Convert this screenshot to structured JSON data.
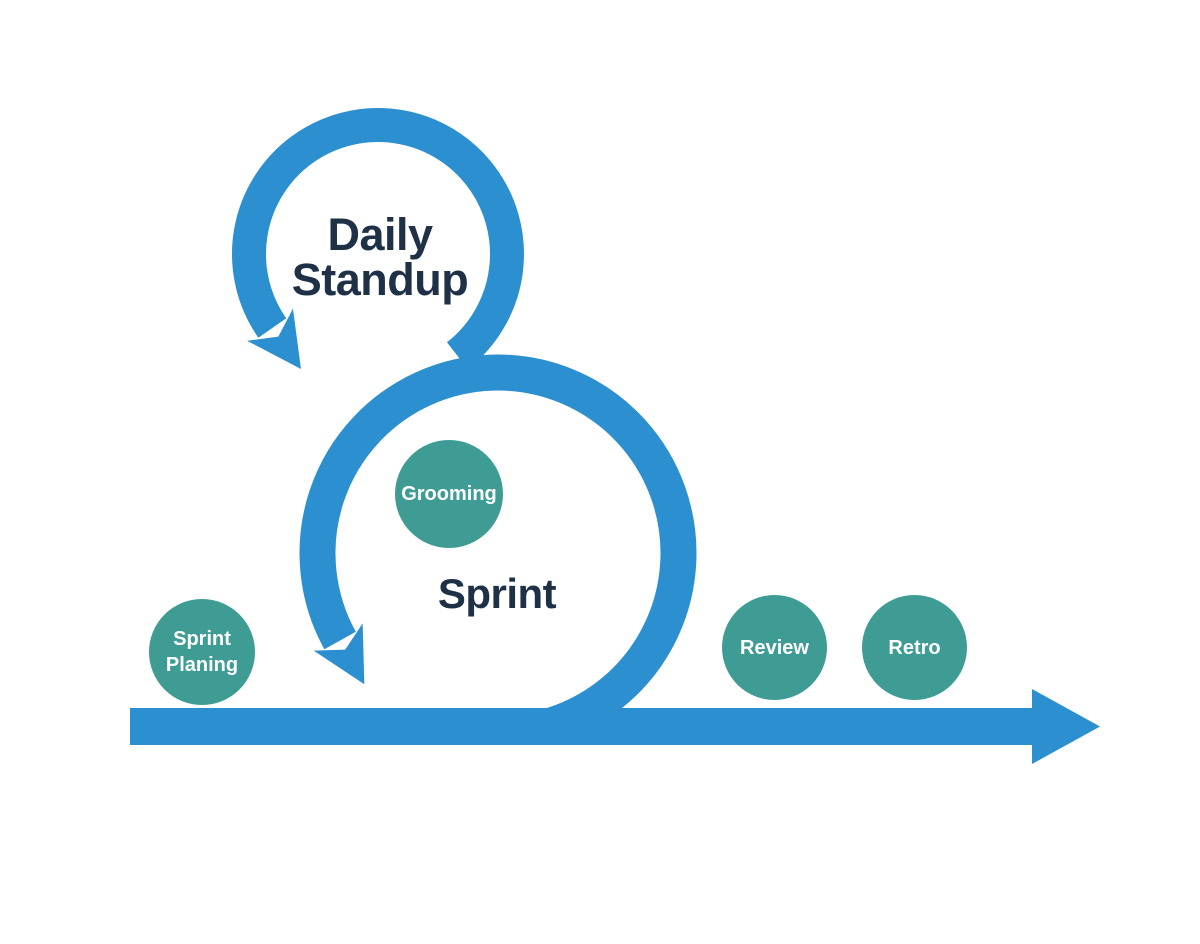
{
  "colors": {
    "blue": "#2b8fd0",
    "teal": "#3f9c95",
    "ink": "#1e3146",
    "badge_text": "#ffffff",
    "background": "#ffffff"
  },
  "loops": {
    "daily_standup": {
      "label_line1": "Daily",
      "label_line2": "Standup"
    },
    "sprint": {
      "label": "Sprint"
    }
  },
  "badges": {
    "sprint_planing": {
      "line1": "Sprint",
      "line2": "Planing"
    },
    "grooming": {
      "label": "Grooming"
    },
    "review": {
      "label": "Review"
    },
    "retro": {
      "label": "Retro"
    }
  },
  "icons": {
    "loop_arrowhead": "curved-loop-arrowhead",
    "timeline_arrowhead": "right-arrowhead"
  }
}
